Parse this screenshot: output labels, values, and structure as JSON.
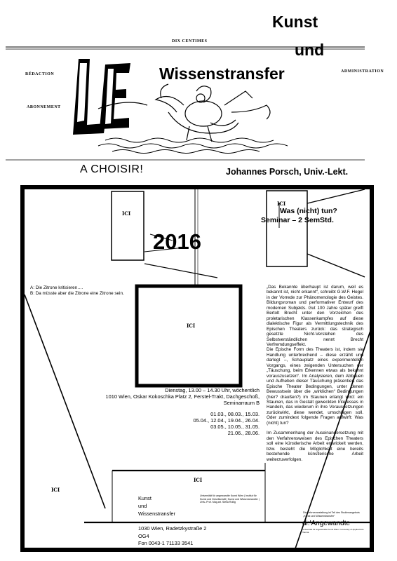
{
  "title": {
    "line1": "Kunst",
    "line2": "und",
    "line3": "Wissenstransfer"
  },
  "masthead": {
    "dix_centimes": "DIX CENTIMES",
    "redaction": "RÉDACTION",
    "administration": "ADMINISTRATION",
    "abonnement": "ABONNEMENT",
    "logo": "LE"
  },
  "a_choisir": "A CHOISIR!",
  "lecturer": "Johannes Porsch, Univ.-Lekt.",
  "ici": "ICI",
  "seminar": {
    "line1": "Was (nicht) tun?",
    "line2": "Seminar – 2 SemStd."
  },
  "year": "2016",
  "lemon": {
    "a": "A: Die Zitrone kritisieren….",
    "b": "B: Da müsste aber die Zitrone eine Zitrone sein."
  },
  "schedule": {
    "time": "Dienstag, 13.00 – 14.30 Uhr, wöchentlich",
    "address": "1010 Wien, Oskar Kokoschka Platz 2, Ferstel-Trakt, Dachgeschoß,",
    "room": "Seminarraum B",
    "dates": [
      "01.03., 08.03., 15.03.",
      "05.04., 12.04., 19.04., 26.04.",
      "03.05., 10.05., 31.05.",
      "21.06., 28.06."
    ]
  },
  "body": {
    "p1": "„Das Bekannte überhaupt ist darum, weil es bekannt ist, nicht erkannt“, schreibt G.W.F. Hegel in der Vorrede zur Phänomenologie des Geistes. Bildungsroman und performativer Entwurf des modernen Subjekts. Gut 100 Jahre später greift Bertolt Brecht unter den Vorzeichen des proletarischen Klassenkampfes auf diese dialektische Figur als Vermittlungstechnik des Epischen Theaters zurück: das strategisch gesetzte Nicht-Verstehen des Selbstverständlichen nennt Brecht Verfremdungseffekt.",
    "p2": "Die Epische Form des Theaters ist, indem sie Handlung unterbrechend – diese erzählt und darlegt –, Schauplatz eines experimentellen Vorgangs, eines zeigenden Untersuchen der „Täuschung, beim Erkennen etwas als bekannt vorauszusetzen“. Im Analysieren, dem Abbauen und Aufheben dieser Täuschung präsentiert das Epische Theater Bedingungen, unter denen Bewusstsein über die „wirklichen“ Bedingungen (hier? draußen?) im Staunen erlangt wird: ein Staunen, das in Gestalt geweckten Interesses in Handeln, das wiederum in ihre Voraussetzungen zurückwirkt, diese wendet, umschlagen soll. Oder zumindest folgende Fragen aufwirft: Was (nicht) tun?",
    "p3": "Im Zusammenhang der Auseinandersetzung mit den Verfahrensweisen des Epischen Theaters soll eine künstlerische Arbeit entwickelt werden, bzw. besteht die Möglichkeit eine bereits bestehende künstlerische Arbeit weiterzuverfolgen."
  },
  "footer": {
    "kunst": "Kunst",
    "und": "und",
    "wissenstransfer": "Wissenstransfer",
    "address": "1030 Wien, Radetzkystraße 2",
    "floor": "OG4",
    "phone": "Fon 0043-1 71133 3541",
    "small_credits": "Universität für angewandte Kunst Wien | Institut für Kunst und Gesellschaft | Kunst und Wissenstransfer | Univ.-Prof. Mag.art. Stella Rollig",
    "small_right": "Die Lehrveranstaltung ist Teil des Studienangebots „Kunst und Wissenstransfer“",
    "logo": "di:'Angewandte",
    "logo_sub": "Universität für angewandte Kunst Wien / University of Applied Arts Vienna"
  }
}
